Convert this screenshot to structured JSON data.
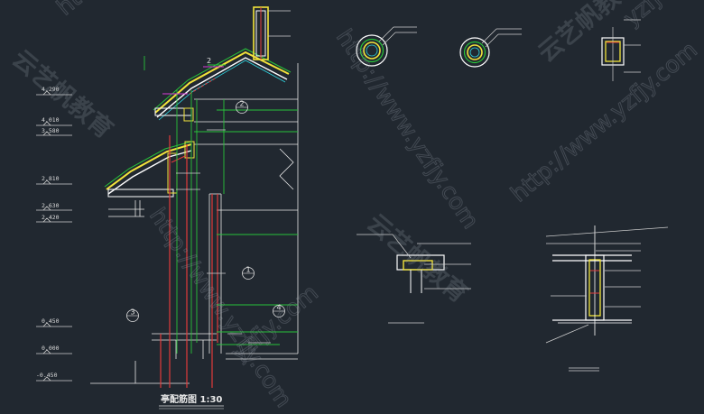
{
  "drawing": {
    "title": "亭配筋图 1:30",
    "elevations": [
      "4.290",
      "4.010",
      "3.580",
      "2.810",
      "2.630",
      "2.420",
      "0.450",
      "0.000",
      "-0.450"
    ],
    "section_numbers": [
      "1",
      "2",
      "3",
      "4"
    ],
    "small_note": "2"
  },
  "watermarks": {
    "brand_cn": "云艺帆教育",
    "url": "http://www.yzfjy.com",
    "fragment_url": "yzfjy.com",
    "fragment_corner": "yzfj"
  },
  "colors": {
    "background": "#212830",
    "outline": "#ffffff",
    "rebar_red": "#e23b3b",
    "dim_green": "#28c23a",
    "finish_yellow": "#f2e33b",
    "cyan": "#2fd4e0",
    "magenta": "#d63dd6"
  }
}
